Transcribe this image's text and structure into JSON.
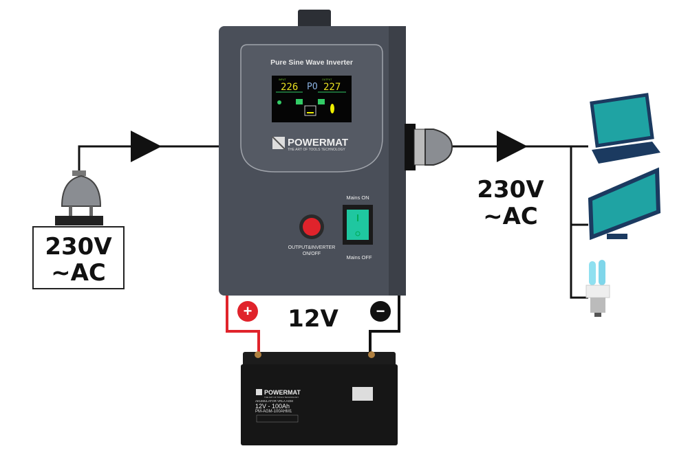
{
  "inverter": {
    "title": "Pure Sine Wave Inverter",
    "brand": "POWERMAT",
    "tagline": "THE ART OF TOOLS TECHNOLOGY",
    "lcd": {
      "input_label": "INPUT",
      "input_value": "226",
      "mode": "PO",
      "output_label": "OUTPUT",
      "output_value": "227"
    },
    "power_button_label_1": "OUTPUT&INVERTER",
    "power_button_label_2": "ON/OFF",
    "mains_on_label": "Mains ON",
    "mains_off_label": "Mains OFF"
  },
  "input": {
    "voltage": "230V",
    "type": "~AC"
  },
  "output": {
    "voltage": "230V",
    "type": "~AC"
  },
  "battery_link": {
    "voltage": "12V",
    "positive": "+",
    "negative": "−"
  },
  "battery": {
    "brand": "POWERMAT",
    "tagline": "THE ART OF TOOLS TECHNOLOGY",
    "type": "AKUMULATOR VRLA AGM",
    "rating": "12V - 100Ah",
    "model": "PM-AGM-100AHM1"
  },
  "colors": {
    "housing": "#4a4f59",
    "positive": "#e0232b",
    "negative": "#111111",
    "device": "#1fa3a3",
    "switch": "#1fc7a0"
  }
}
